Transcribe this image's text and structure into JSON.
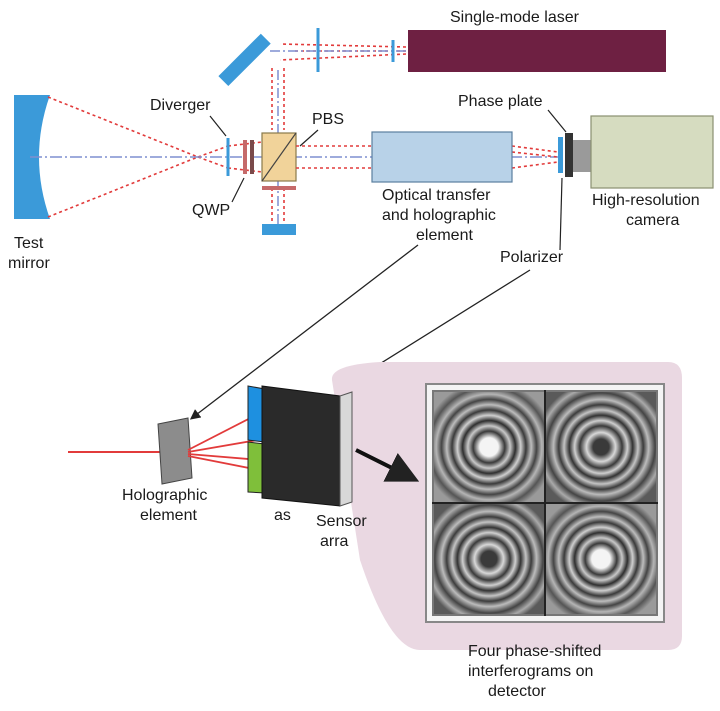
{
  "labels": {
    "laser": "Single-mode laser",
    "diverger": "Diverger",
    "pbs": "PBS",
    "phase_plate": "Phase plate",
    "camera_line1": "High-resolution",
    "camera_line2": "camera",
    "test_mirror_line1": "Test",
    "test_mirror_line2": "mirror",
    "qwp": "QWP",
    "optical_line1": "Optical transfer",
    "optical_line2": "and holographic",
    "optical_line3": "element",
    "polarizer": "Polarizer",
    "holo_line1": "Holographic",
    "holo_line2": "element",
    "mask_fragment": "as",
    "sensor_line1": "Sensor",
    "sensor_line2": "arra",
    "caption_line1": "Four phase-shifted",
    "caption_line2": "interferograms on",
    "caption_line3": "detector"
  },
  "colors": {
    "beam": "#e23b3b",
    "axis": "#7f8fd0",
    "laser": "#6e2042",
    "mirror": "#3b9ad9",
    "camera": "#d6dcc0",
    "transfer_element": "#b8d2e8",
    "cube": "#f1d39a",
    "mask_blue": "#1e90e0",
    "mask_red": "#f08a8a",
    "mask_green": "#7fbf3a",
    "mask_gray": "#8a8a8a",
    "callout": "#ead8e2"
  },
  "interferograms": [
    {
      "center": "bright"
    },
    {
      "center": "dark"
    },
    {
      "center": "dark"
    },
    {
      "center": "bright"
    }
  ]
}
